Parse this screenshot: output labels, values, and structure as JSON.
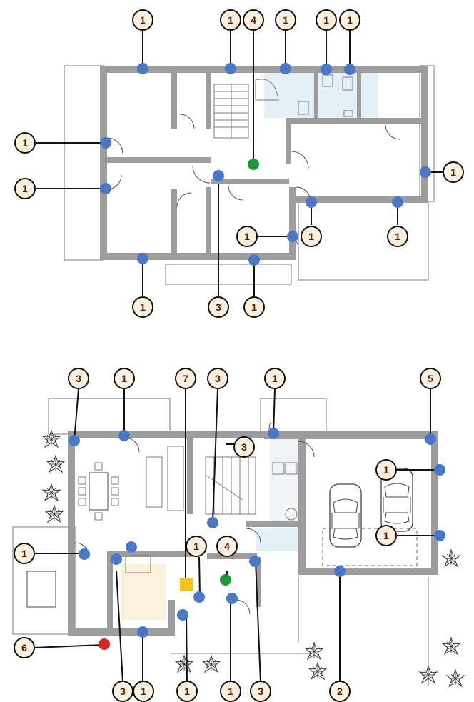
{
  "colors": {
    "wall": "#9d9d9d",
    "socket_marker": "#4a78c8",
    "green_marker": "#1a9a3a",
    "red_marker": "#e0231a",
    "yellow_marker": "#f3c21a",
    "callout_fill": "#fdf1dd",
    "callout_text": "#5a1a10",
    "wet_room_tint": "#e3f0f6",
    "kitchen_tint": "#fbf0dc"
  },
  "icons": {
    "callout": "numbered-circle-callout",
    "socket": "blue-dot-marker",
    "gas": "green-dot-marker",
    "outdoor": "red-dot-marker",
    "boiler": "yellow-square-marker",
    "car": "car-icon",
    "plant": "plant-icon"
  },
  "upper_floor": {
    "callouts": [
      "1",
      "4",
      "1",
      "1",
      "1",
      "1",
      "1",
      "1",
      "1",
      "1",
      "1",
      "1",
      "1",
      "3",
      "1"
    ]
  },
  "ground_floor": {
    "callouts": [
      "3",
      "1",
      "7",
      "3",
      "1",
      "5",
      "3",
      "1",
      "1",
      "1",
      "6",
      "1",
      "4",
      "3",
      "1",
      "1",
      "1",
      "3",
      "2"
    ]
  }
}
